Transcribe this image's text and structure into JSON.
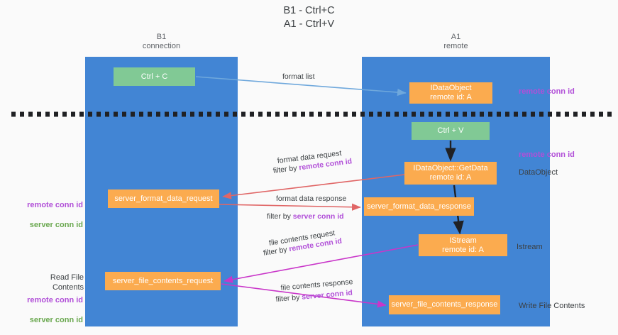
{
  "diagram": {
    "title": "B1 - Ctrl+C\nA1 - Ctrl+V",
    "columns": [
      {
        "name": "b1",
        "header": "B1\nconnection"
      },
      {
        "name": "a1",
        "header": "A1\nremote"
      }
    ],
    "colors": {
      "lane": "#4285d4",
      "green_box": "#81c995",
      "orange_box": "#fbab4f",
      "purple_text": "#b14fd8",
      "green_text": "#6aa84f",
      "arrow_blue": "#6fa8dc",
      "arrow_red": "#e06666",
      "arrow_magenta": "#c936c9",
      "arrow_black": "#202124",
      "background": "#fafafa",
      "divider": "#202124"
    },
    "boxes": [
      {
        "name": "ctrl-c",
        "lines": [
          "Ctrl + C"
        ],
        "fill": "green"
      },
      {
        "name": "idataobject",
        "lines": [
          "IDataObject",
          "remote id: A"
        ],
        "fill": "orange"
      },
      {
        "name": "ctrl-v",
        "lines": [
          "Ctrl + V"
        ],
        "fill": "green"
      },
      {
        "name": "idataobject-getdata",
        "lines": [
          "IDataObject::GetData",
          "remote id: A"
        ],
        "fill": "orange"
      },
      {
        "name": "server-format-data-request",
        "lines": [
          "server_format_data_request"
        ],
        "fill": "orange"
      },
      {
        "name": "server-format-data-response",
        "lines": [
          "server_format_data_response"
        ],
        "fill": "orange"
      },
      {
        "name": "istream",
        "lines": [
          "IStream",
          "remote id: A"
        ],
        "fill": "orange"
      },
      {
        "name": "server-file-contents-request",
        "lines": [
          "server_file_contents_request"
        ],
        "fill": "orange"
      },
      {
        "name": "server-file-contents-response",
        "lines": [
          "server_file_contents_response"
        ],
        "fill": "orange"
      }
    ],
    "arrow_labels": {
      "format_list": "format list",
      "format_data_request": "format data request",
      "format_data_request_filter_prefix": "filter by ",
      "format_data_request_filter_key": "remote conn id",
      "format_data_response": "format data response",
      "format_data_response_filter_prefix": "filter by ",
      "format_data_response_filter_key": "server conn id",
      "file_contents_request": "file contents request",
      "file_contents_request_filter_prefix": "filter by ",
      "file_contents_request_filter_key": "remote conn id",
      "file_contents_response": "file contents response",
      "file_contents_response_filter_prefix": "filter by ",
      "file_contents_response_filter_key": "server conn id"
    },
    "side_labels": {
      "right_remote_conn_id_top": "remote conn id",
      "right_remote_conn_id_mid": "remote conn id",
      "right_dataobject": "DataObject",
      "right_istream": "Istream",
      "right_write_file_contents": "Write File Contents",
      "left_remote_conn_id_mid": "remote conn id",
      "left_server_conn_id_mid": "server conn id",
      "left_read_file_contents": "Read File Contents",
      "left_remote_conn_id_bottom": "remote conn id",
      "left_server_conn_id_bottom": "server conn id"
    }
  }
}
